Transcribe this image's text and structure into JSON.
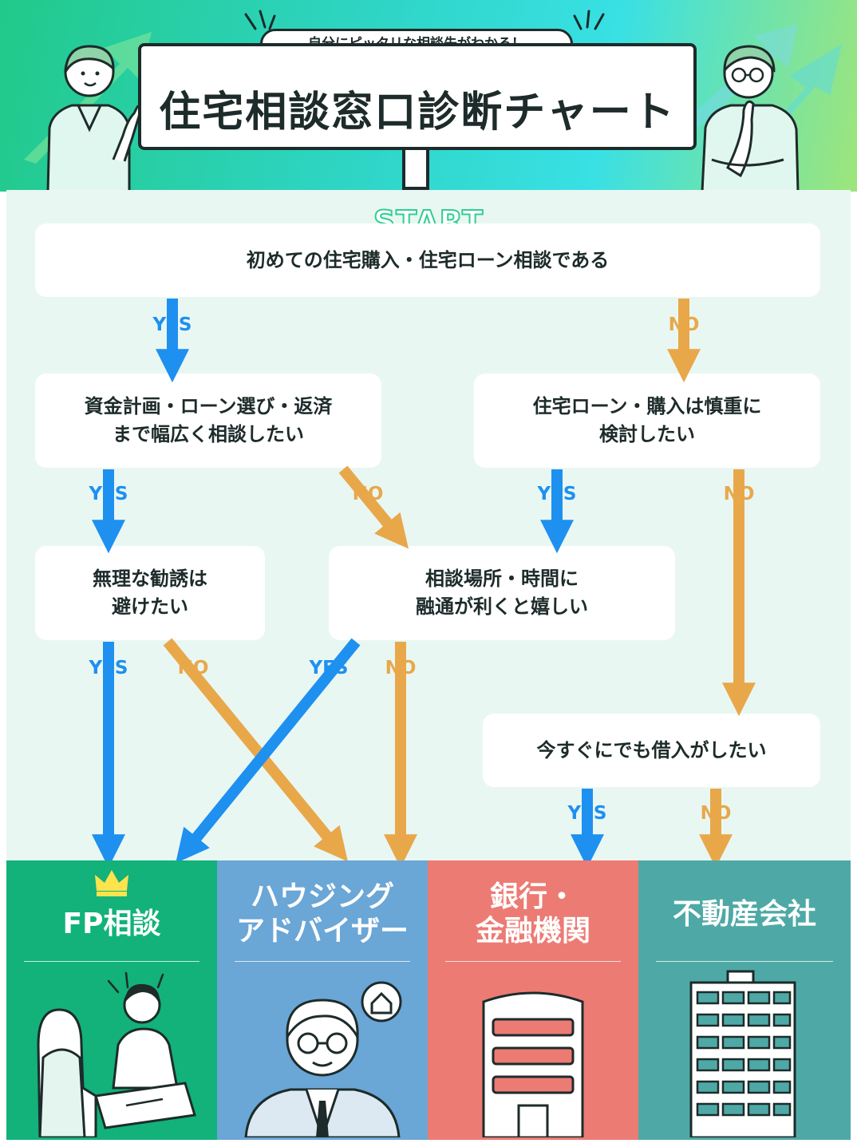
{
  "header": {
    "subtitle": "自分にピッタリな相談先がわかる！",
    "title": "住宅相談窓口診断チャート"
  },
  "start_label": "START",
  "questions": {
    "q1": "初めての住宅購入・住宅ローン相談である",
    "q2_line1": "資金計画・ローン選び・返済",
    "q2_line2": "まで幅広く相談したい",
    "q3_line1": "住宅ローン・購入は慎重に",
    "q3_line2": "検討したい",
    "q4_line1": "無理な勧誘は",
    "q4_line2": "避けたい",
    "q5_line1": "相談場所・時間に",
    "q5_line2": "融通が利くと嬉しい",
    "q6": "今すぐにでも借入がしたい"
  },
  "labels": {
    "yes": "YES",
    "no": "NO"
  },
  "results": {
    "fp": "FP相談",
    "ha_line1": "ハウジング",
    "ha_line2": "アドバイザー",
    "bank_line1": "銀行・",
    "bank_line2": "金融機関",
    "re": "不動産会社"
  },
  "colors": {
    "yes": "#1e90f0",
    "no": "#e8a84a",
    "fp": "#12b27a",
    "housing": "#6aa6d6",
    "bank": "#ec7b74",
    "realestate": "#4ea9a6",
    "ink": "#1d2b2a"
  }
}
